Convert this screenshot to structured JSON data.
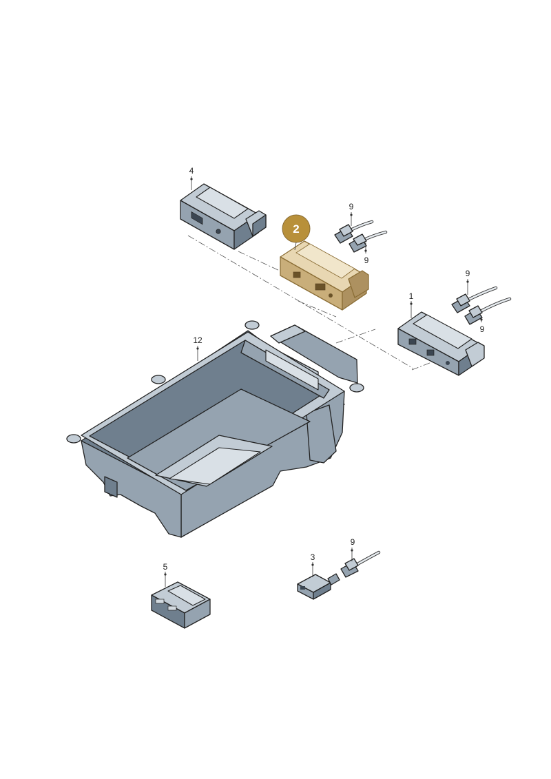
{
  "callouts": {
    "part_1": "1",
    "part_2": "2",
    "part_3": "3",
    "part_4": "4",
    "part_5": "5",
    "part_9": "9",
    "part_12": "12"
  },
  "colors": {
    "highlight_badge": "#b8903a",
    "highlight_part": "#c9ae7a",
    "part_body": "#8796a4"
  }
}
